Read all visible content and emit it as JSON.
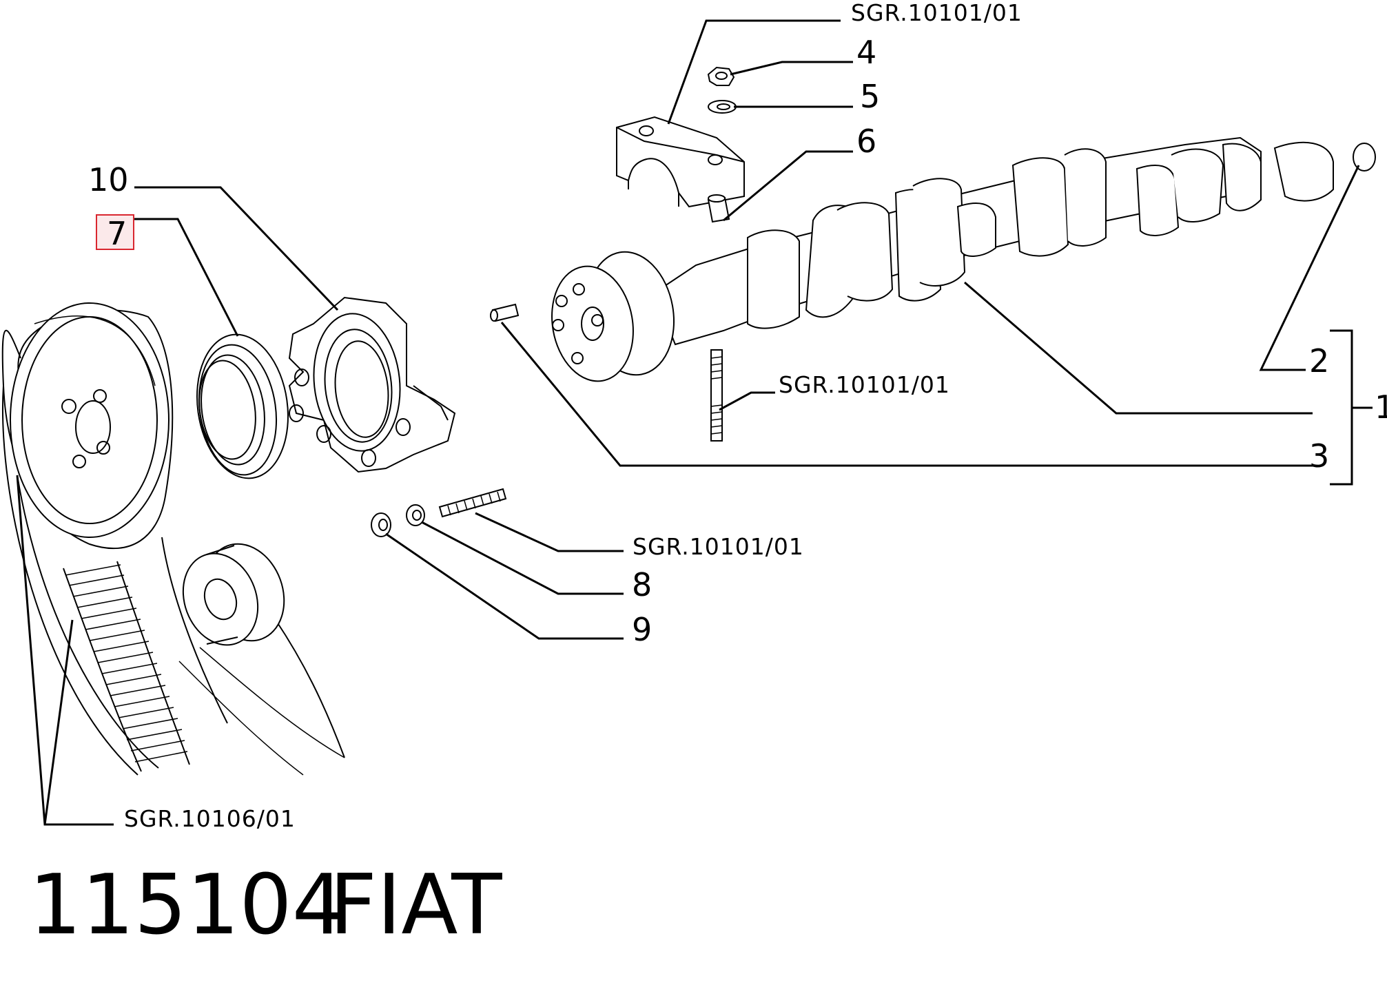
{
  "diagram": {
    "callouts": {
      "c1": "1",
      "c2": "2",
      "c3": "3",
      "c4": "4",
      "c5": "5",
      "c6": "6",
      "c7": "7",
      "c8": "8",
      "c9": "9",
      "c10": "10"
    },
    "highlighted_callout": "7",
    "highlight_color": "#d9262f",
    "references": {
      "cap_ref": "SGR.10101/01",
      "stud_ref": "SGR.10101/01",
      "bolt_ref": "SGR.10101/01",
      "belt_ref": "SGR.10106/01"
    }
  },
  "footer": {
    "part_number": "115104",
    "brand": "FIAT"
  }
}
